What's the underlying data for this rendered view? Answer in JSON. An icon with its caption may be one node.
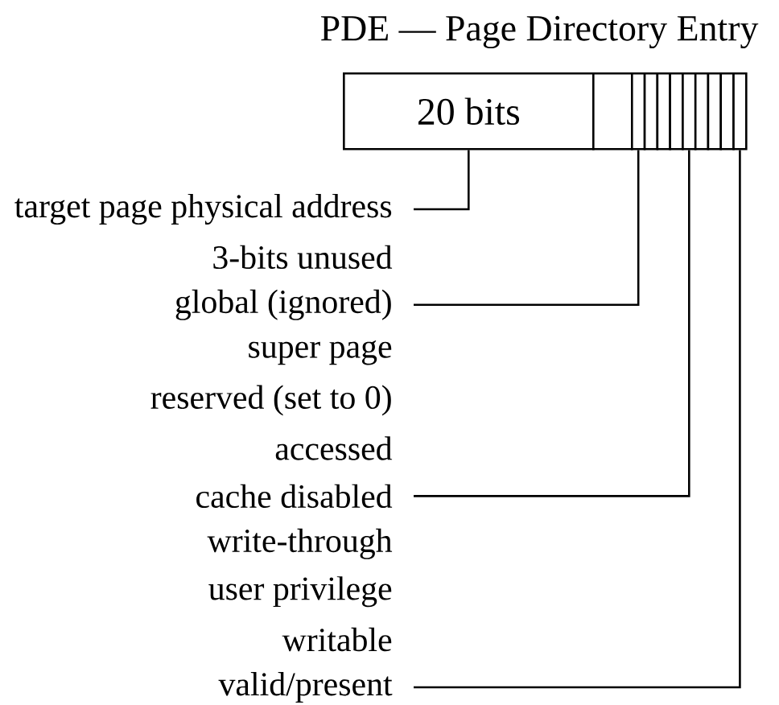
{
  "diagram": {
    "title": "PDE — Page Directory  Entry",
    "nodes": [
      {
        "text": [
          "20 bits"
        ]
      },
      {
        "text": [],
        "shape": "box"
      },
      {
        "text": [],
        "shape": "box"
      },
      {
        "text": [],
        "shape": "box"
      },
      {
        "text": [],
        "shape": "box"
      },
      {
        "text": [],
        "shape": "box"
      },
      {
        "text": [],
        "shape": "box"
      },
      {
        "text": [],
        "shape": "box"
      },
      {
        "text": [],
        "shape": "box"
      },
      {
        "text": [],
        "shape": "box"
      },
      {
        "text": [],
        "shape": "box"
      },
      {
        "text": [
          "target page physical address"
        ]
      },
      {
        "text": [
          "global (ignored)"
        ]
      },
      {
        "text": [
          "cache disabled"
        ]
      },
      {
        "text": [
          "valid/present"
        ]
      }
    ],
    "edges": [
      {
        "from": 11,
        "to": 0,
        "arrow": "none"
      },
      {
        "from": 12,
        "to": 2,
        "arrow": "none"
      },
      {
        "from": 13,
        "to": 6,
        "arrow": "none"
      },
      {
        "from": 14,
        "to": 10,
        "arrow": "none"
      }
    ],
    "labels": [
      "3-bits unused",
      "super page",
      "reserved (set to 0)",
      "accessed",
      "write-through",
      "user privilege",
      "writable"
    ]
  }
}
